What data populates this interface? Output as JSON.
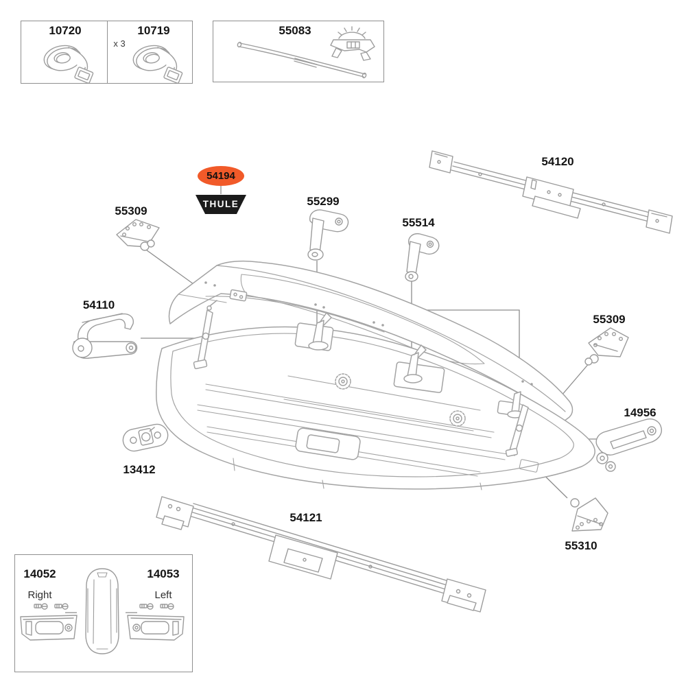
{
  "colors": {
    "accent_orange": "#F15A29",
    "badge_black": "#1B1B1B",
    "line_gray": "#A3A3A3",
    "leader_gray": "#8C8C8C"
  },
  "kit_straps": {
    "cell1": {
      "part": "10720"
    },
    "cell2": {
      "part": "10719",
      "qty": "x 3"
    }
  },
  "kit_rod": {
    "part": "55083"
  },
  "sticker": {
    "part": "54194",
    "brand": "THULE"
  },
  "callouts": {
    "bracket_left": "55309",
    "claw_front": "55299",
    "claw_center": "55514",
    "rail_rear": "54120",
    "lid_lifter": "54110",
    "bracket_right": "55309",
    "tensioner": "14956",
    "base_plate": "13412",
    "rail_front": "54121",
    "bracket_lower": "55310"
  },
  "kit_endcaps": {
    "right": {
      "part": "14052",
      "side": "Right"
    },
    "left": {
      "part": "14053",
      "side": "Left"
    }
  }
}
